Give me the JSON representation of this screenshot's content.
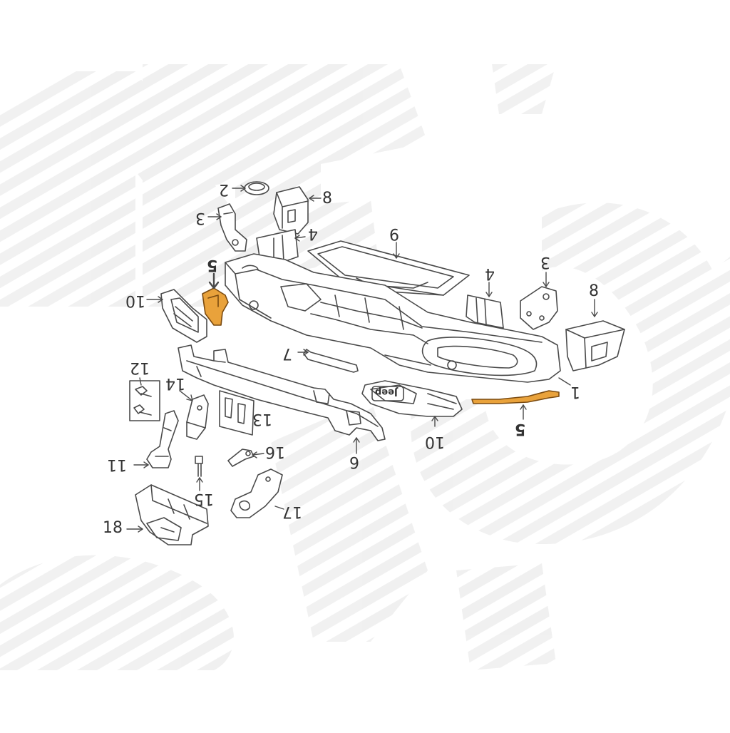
{
  "diagram": {
    "brand_text": "Jeep",
    "callouts": [
      {
        "id": "c2",
        "text": "2"
      },
      {
        "id": "c8a",
        "text": "8"
      },
      {
        "id": "c3a",
        "text": "3"
      },
      {
        "id": "c4a",
        "text": "4"
      },
      {
        "id": "c9",
        "text": "9"
      },
      {
        "id": "c5a",
        "text": "5"
      },
      {
        "id": "c10a",
        "text": "10"
      },
      {
        "id": "c4b",
        "text": "4"
      },
      {
        "id": "c3b",
        "text": "3"
      },
      {
        "id": "c8b",
        "text": "8"
      },
      {
        "id": "c7",
        "text": "7"
      },
      {
        "id": "c1",
        "text": "1"
      },
      {
        "id": "c12",
        "text": "12"
      },
      {
        "id": "c14",
        "text": "14"
      },
      {
        "id": "c13",
        "text": "13"
      },
      {
        "id": "c10b",
        "text": "10"
      },
      {
        "id": "c5b",
        "text": "5"
      },
      {
        "id": "c6",
        "text": "6"
      },
      {
        "id": "c11",
        "text": "11"
      },
      {
        "id": "c16",
        "text": "16"
      },
      {
        "id": "c15",
        "text": "15"
      },
      {
        "id": "c17",
        "text": "17"
      },
      {
        "id": "c18",
        "text": "18"
      }
    ],
    "colors": {
      "line": "#4a4a4a",
      "highlight": "#e9a23b",
      "highlight_stroke": "#7a4a10",
      "watermark": "#ececec"
    }
  }
}
